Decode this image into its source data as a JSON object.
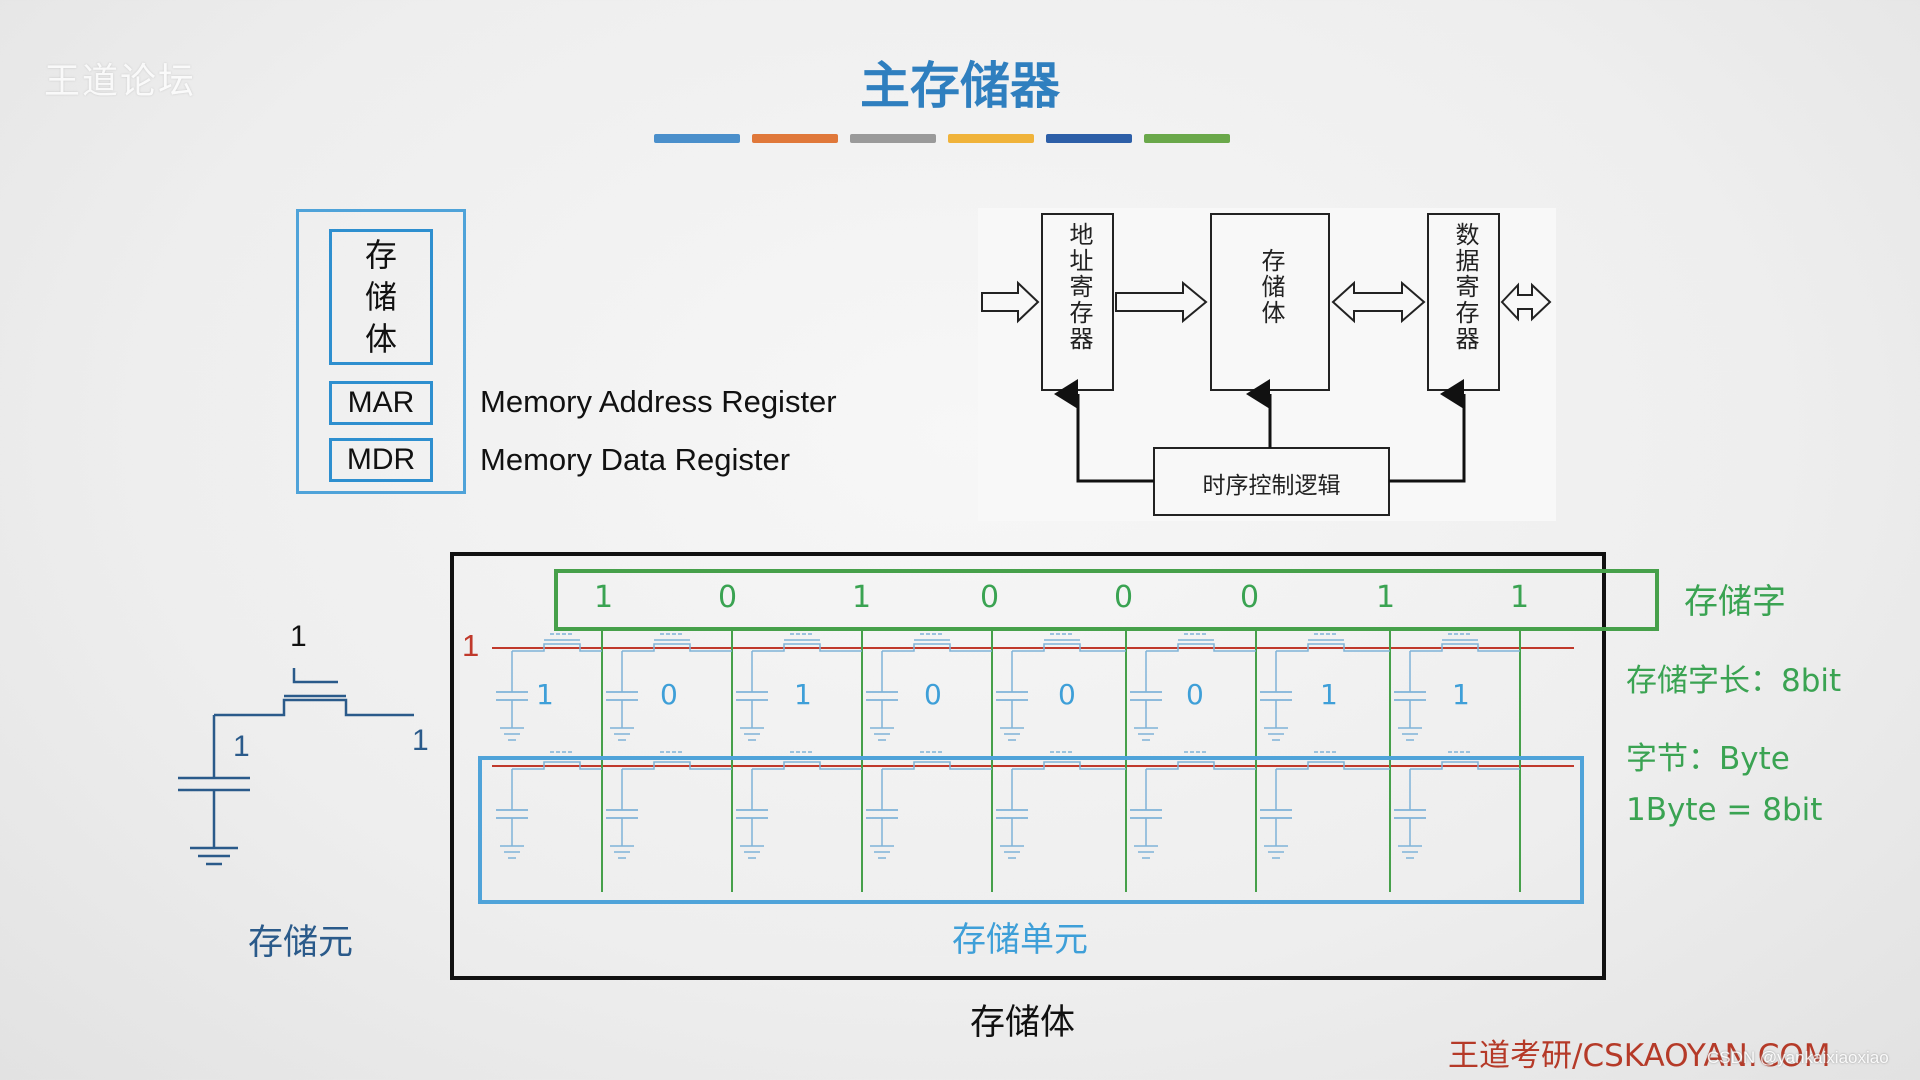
{
  "logo": "王道论坛",
  "title": "主存储器",
  "color_bars": [
    "#4a8fcb",
    "#e0783a",
    "#9a9a9a",
    "#f0b33a",
    "#2d5fa8",
    "#6aa84a"
  ],
  "block": {
    "storage_label": "存储体",
    "mar": "MAR",
    "mdr": "MDR",
    "mar_full": "Memory Address Register",
    "mdr_full": "Memory Data Register"
  },
  "diagram": {
    "address_register": "地址寄存器",
    "storage": "存储体",
    "data_register": "数据寄存器",
    "timing_control": "时序控制逻辑"
  },
  "cell": {
    "gate_value": "1",
    "cap_value": "1",
    "line_value": "1",
    "label": "存储元"
  },
  "memory": {
    "word_bits": [
      "1",
      "0",
      "1",
      "0",
      "0",
      "0",
      "1",
      "1"
    ],
    "row_select": "1",
    "cell_values": [
      "1",
      "0",
      "1",
      "0",
      "0",
      "0",
      "1",
      "1"
    ],
    "storage_word_label": "存储字",
    "word_length": "存储字长：8bit",
    "byte_label": "字节：Byte",
    "byte_eq": "1Byte = 8bit",
    "unit_label": "存储单元",
    "body_label": "存储体"
  },
  "footer": "王道考研/CSKAOYAN.COM",
  "credit": "CSDN @yankaixiaoxiao"
}
